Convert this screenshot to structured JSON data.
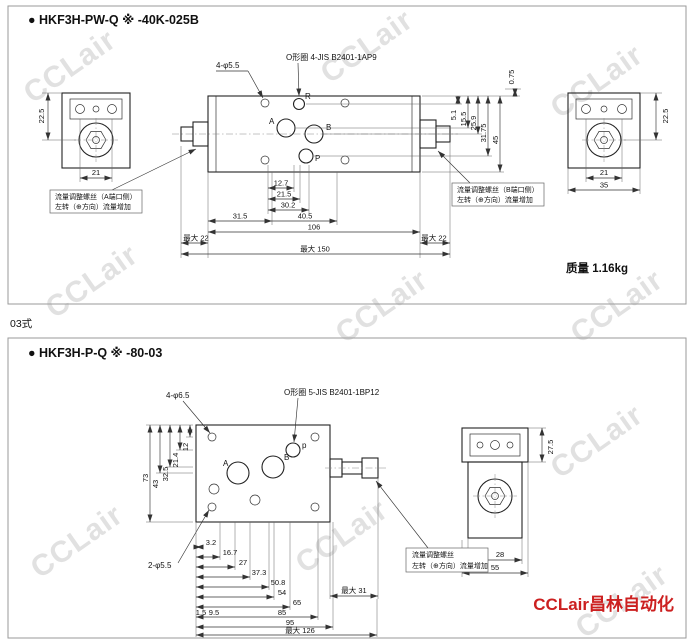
{
  "watermark": "CCLair",
  "divider_label": "03式",
  "panel1": {
    "title": "● HKF3H-PW-Q ※ -40K-025B",
    "mass": "质量 1.16kg",
    "callout_holes": "4-φ5.5",
    "callout_oring": "O形圈 4-JIS B2401-1AP9",
    "port_r": "R",
    "port_a": "A",
    "port_b": "B",
    "port_p": "P",
    "note_a_line1": "流量调整螺丝（A端口侧）",
    "note_a_line2": "左转（⊕方向）流量增加",
    "note_b_line1": "流量调整螺丝（B端口侧）",
    "note_b_line2": "左转（⊕方向）流量增加",
    "dims": {
      "front_h": "22.5",
      "front_w": "21",
      "side_h": "22.5",
      "side_w1": "21",
      "side_w2": "35",
      "chain1": "12.7",
      "chain2": "21.5",
      "chain3": "30.2",
      "chain4a": "31.5",
      "chain4b": "40.5",
      "chain5": "106",
      "max_left": "最大 22",
      "max_right": "最大 22",
      "max_total": "最大 150",
      "v_offset": "0.75",
      "v1": "5.1",
      "v2": "15.5",
      "v3": "25.9",
      "v4": "31.75",
      "v5": "45"
    }
  },
  "panel2": {
    "title": "● HKF3H-P-Q ※ -80-03",
    "callout_holes4": "4-φ6.5",
    "callout_oring": "O形圈 5-JIS B2401-1BP12",
    "callout_holes2": "2-φ5.5",
    "port_a": "A",
    "port_b": "B",
    "port_p": "p",
    "note_line1": "流量调整螺丝",
    "note_line2": "左转（⊕方向）流量增加",
    "brand": "CCLair昌林自动化",
    "dims": {
      "left1": "12",
      "left2": "21.4",
      "left3": "32.5",
      "left4": "43",
      "left5": "73",
      "b1": "3.2",
      "b2": "16.7",
      "b3": "27",
      "b4": "37.3",
      "b5": "50.8",
      "b6": "54",
      "b7": "65",
      "b8": "1.5",
      "b9": "9.5",
      "b10": "85",
      "b11": "95",
      "b12": "最大 126",
      "max_adj": "最大 31",
      "side_h": "27.5",
      "side_w1": "28",
      "side_w2": "55"
    }
  }
}
